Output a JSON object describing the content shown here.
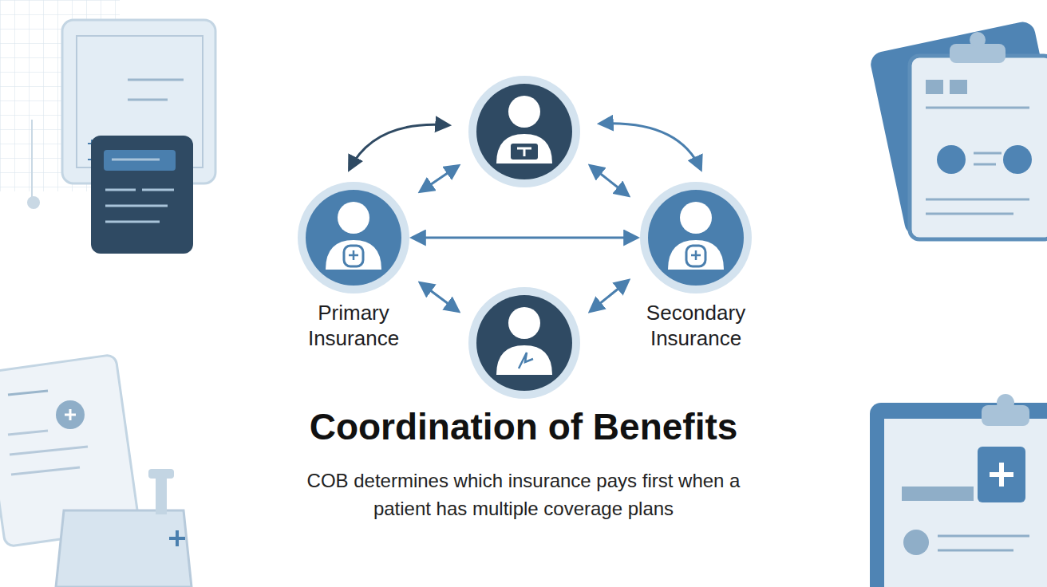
{
  "diagram": {
    "title": "Coordination of Benefits",
    "caption": "COB determines which insurance pays first when a patient has multiple coverage plans",
    "nodes": [
      {
        "text": [
          "Primary Insurance"
        ]
      },
      {
        "text": [
          "Secondary Insurance"
        ]
      }
    ],
    "edges": [
      {
        "from": 0,
        "to": 1,
        "arrow": "both"
      }
    ]
  }
}
